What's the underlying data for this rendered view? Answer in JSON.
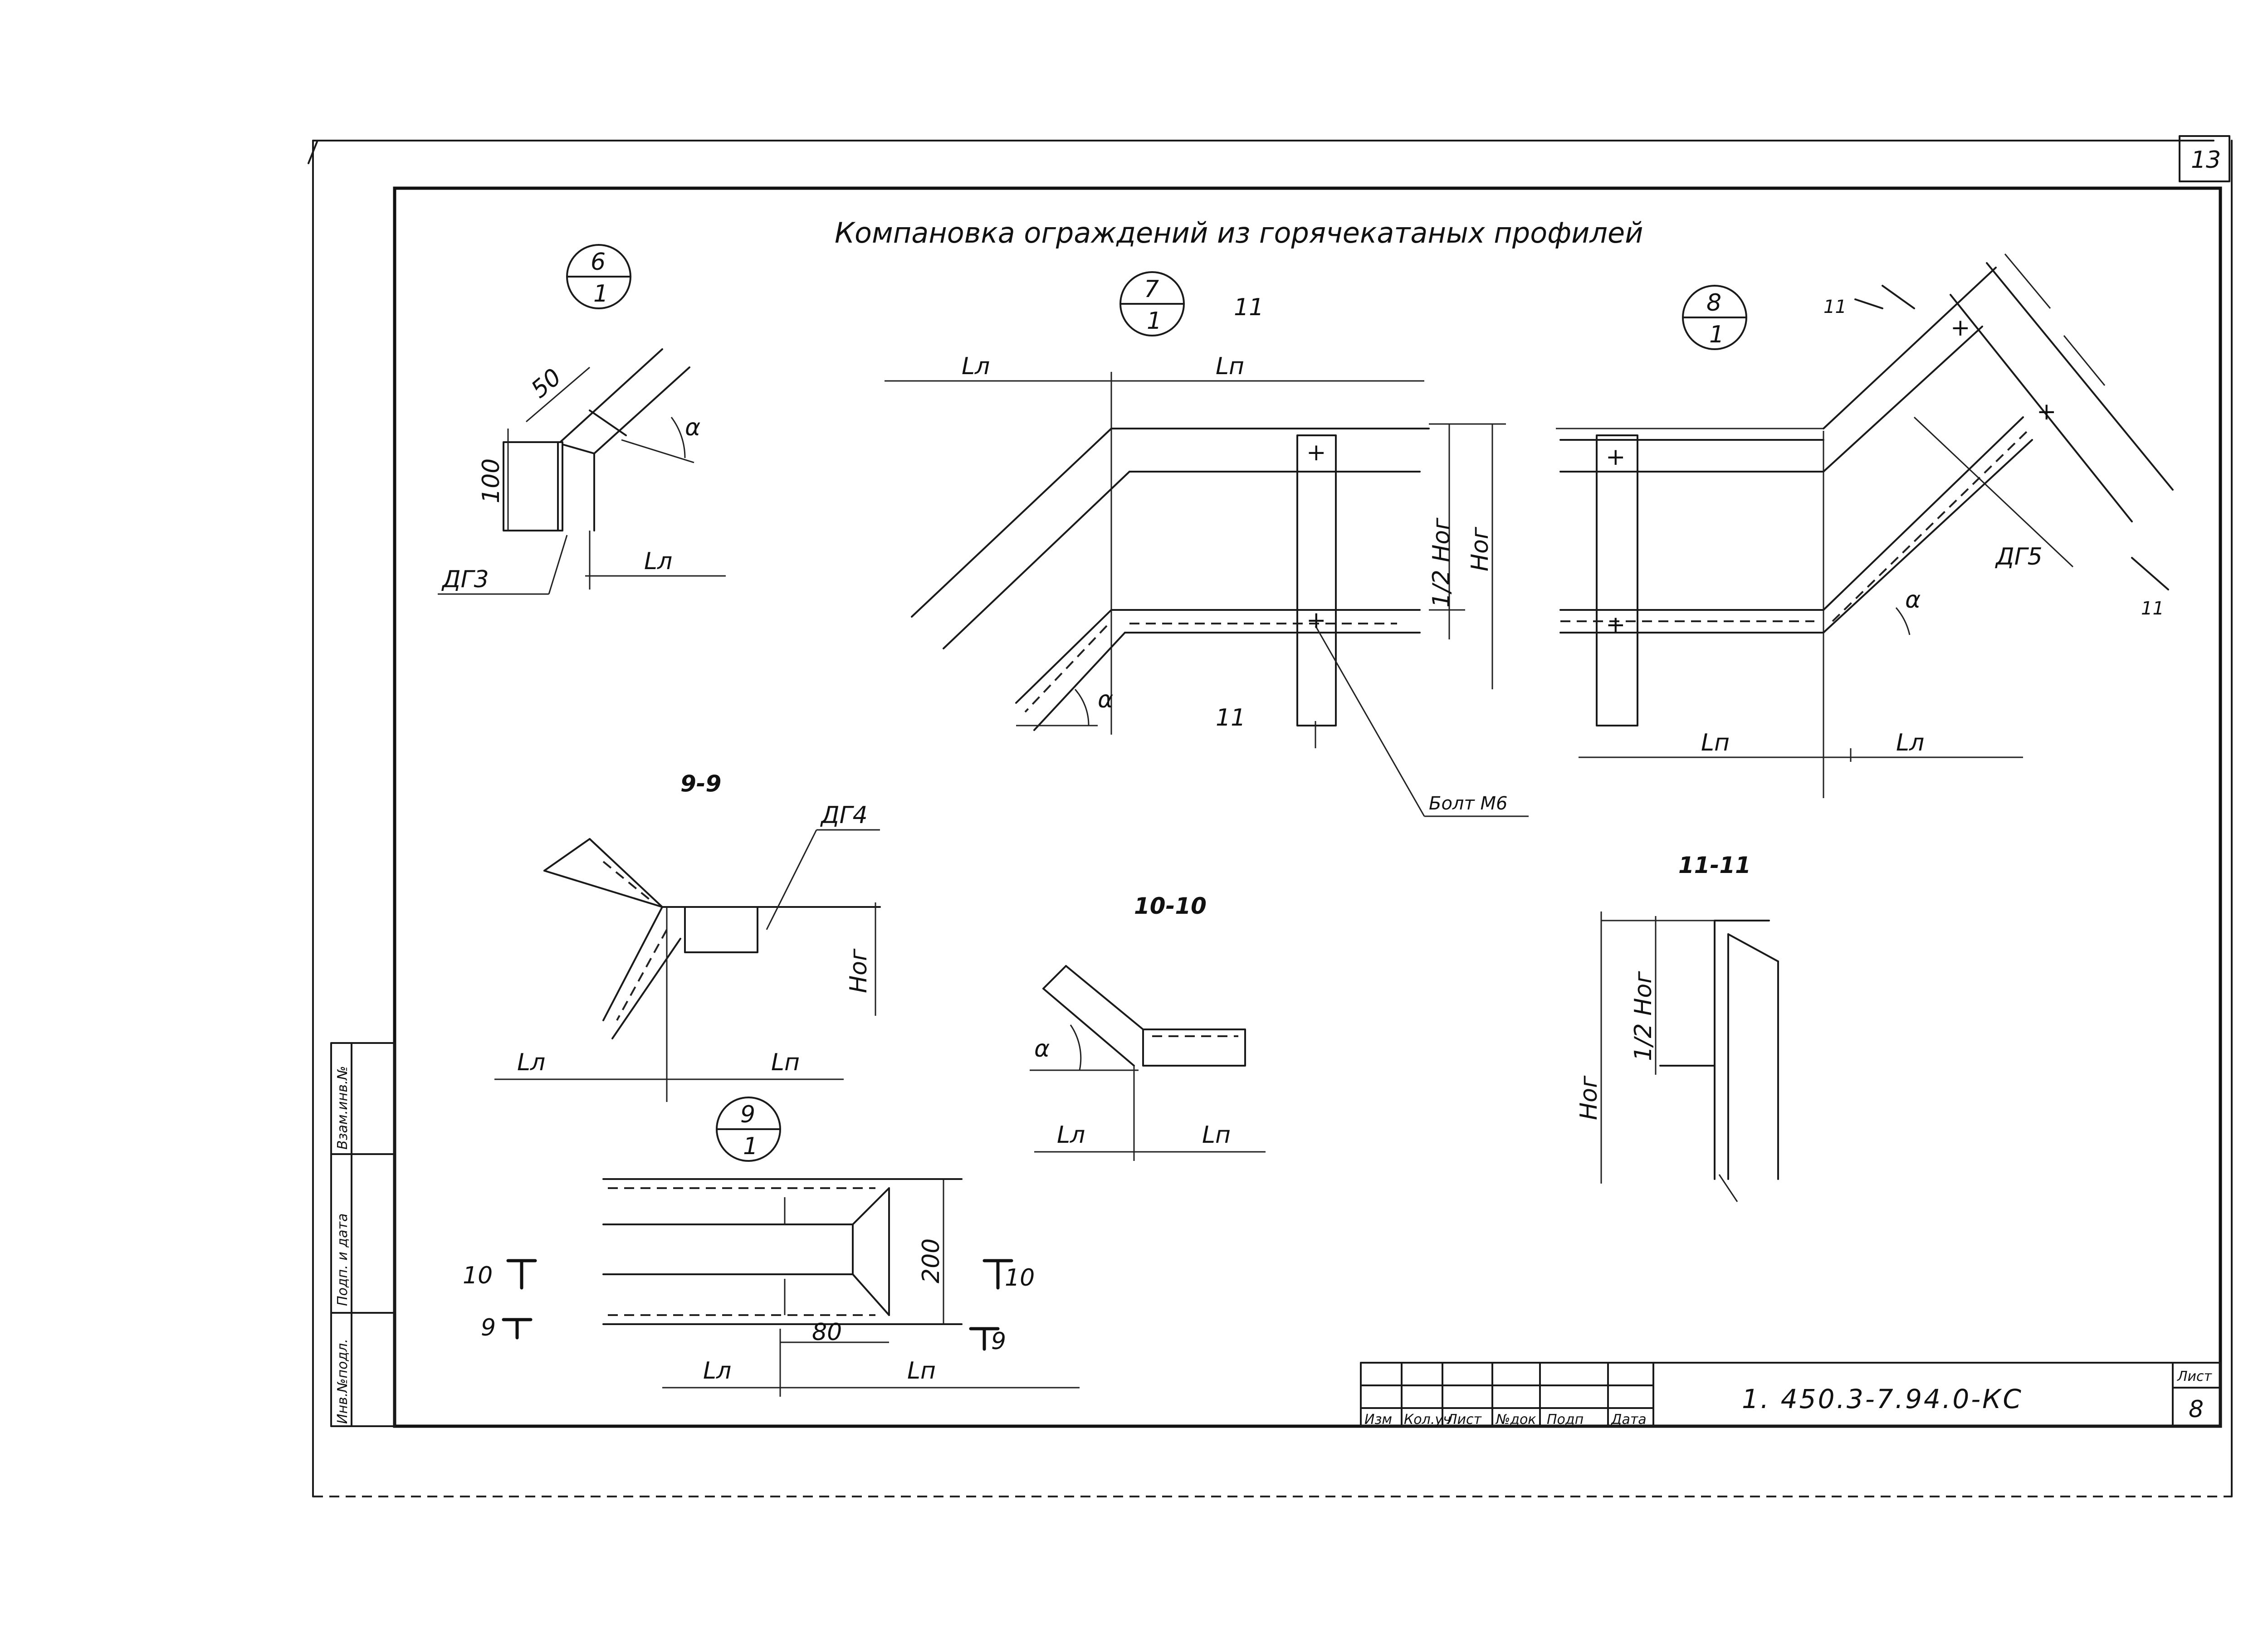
{
  "sheet": {
    "corner_number": "13",
    "title": "Компановка ограждений из горячекатаных профилей",
    "code": "1. 450.3-7.94.0-КС",
    "sheet_label": "Лист",
    "sheet_number": "8"
  },
  "stamp_columns": [
    "Изм",
    "Кол.уч",
    "Лист",
    "№док",
    "Подп",
    "Дата"
  ],
  "side_stamp": [
    "Инв.№подл.",
    "Подп. и дата",
    "Взам.инв.№"
  ],
  "callouts": {
    "c6": {
      "top": "6",
      "bottom": "1"
    },
    "c7": {
      "top": "7",
      "bottom": "1"
    },
    "c8": {
      "top": "8",
      "bottom": "1"
    },
    "c9": {
      "top": "9",
      "bottom": "1"
    }
  },
  "labels": {
    "d50": "50",
    "d100": "100",
    "dg3": "ДГ3",
    "dg4": "ДГ4",
    "dg5": "ДГ5",
    "ll": "Lл",
    "lp": "Lп",
    "alpha": "α",
    "hog": "Hог",
    "half_hog": "1/2 Hог",
    "bolt": "Болт М6",
    "n11": "11",
    "sec11_a": "11",
    "sec11_b": "11",
    "sec99": "9-9",
    "sec1010": "10-10",
    "sec1111": "11-11",
    "d200": "200",
    "d80": "80",
    "m10": "10",
    "m9": "9",
    "m10r": "10",
    "m9r": "9"
  }
}
